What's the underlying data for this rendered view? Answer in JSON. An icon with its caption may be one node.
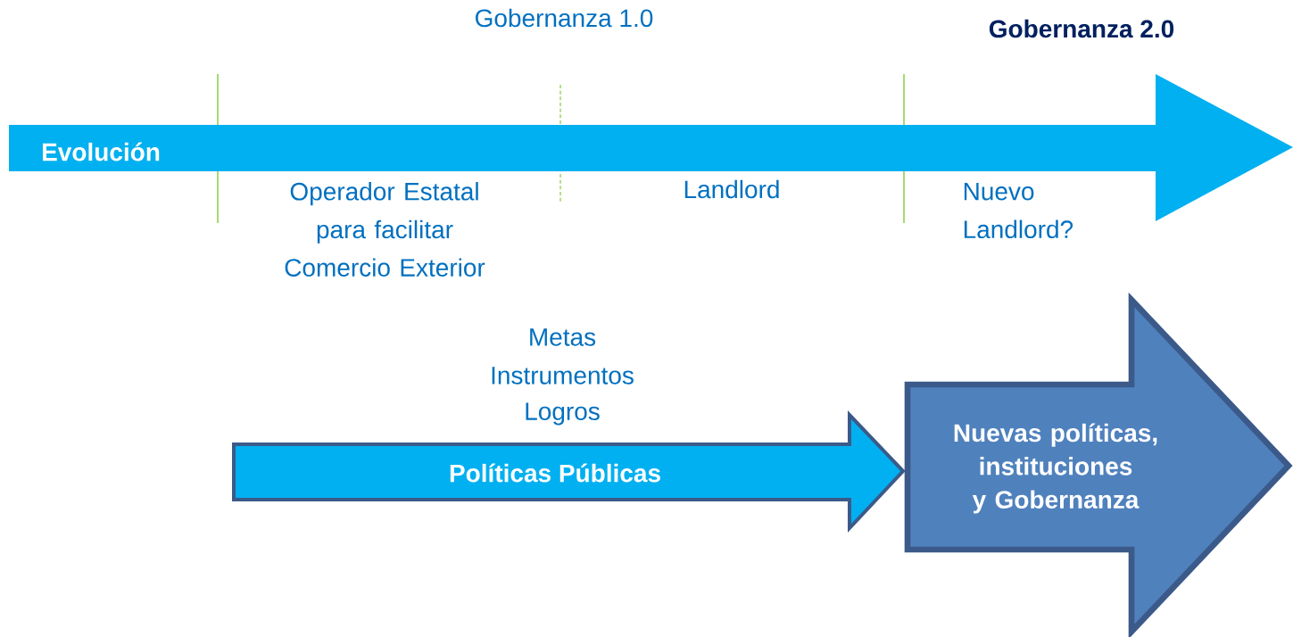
{
  "diagram": {
    "nodes": [
      {
        "text": [
          "Evolución"
        ]
      },
      {
        "text": [
          "Políticas Públicas"
        ]
      },
      {
        "text": [
          "Nuevas políticas, instituciones y Gobernanza"
        ]
      }
    ],
    "labels": [
      "Gobernanza 1.0",
      "Gobernanza 2.0",
      "Operador Estatal para facilitar Comercio Exterior",
      "Landlord",
      "Nuevo Landlord?",
      "Metas",
      "Instrumentos",
      "Logros"
    ]
  }
}
